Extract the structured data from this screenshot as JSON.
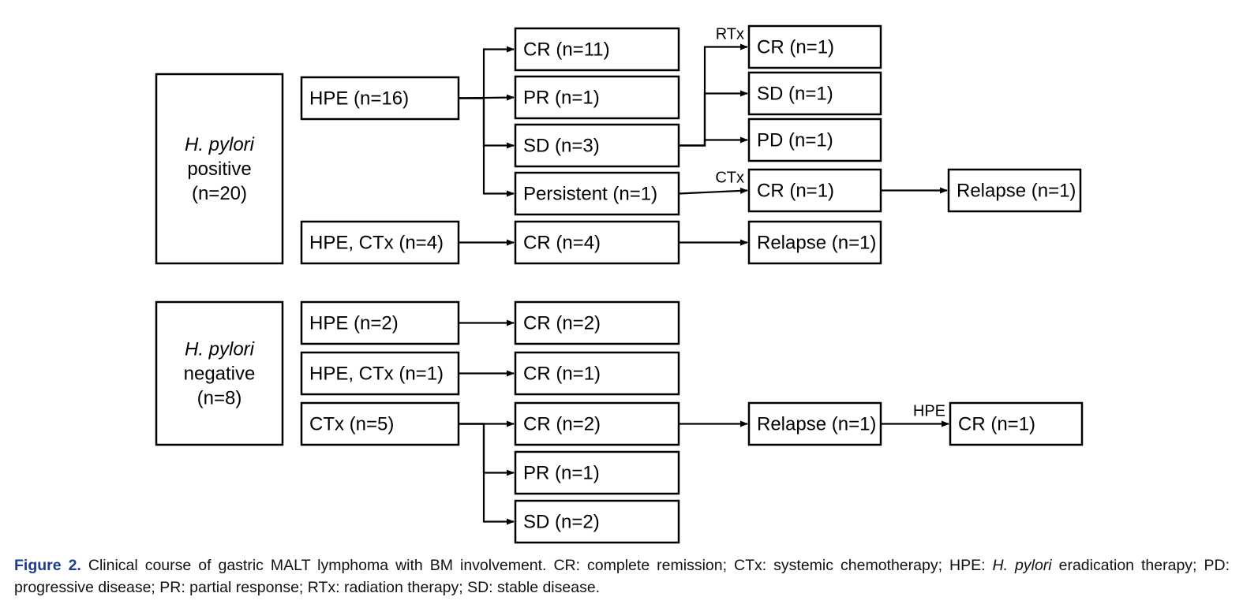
{
  "groups": [
    {
      "id": "g-pos",
      "species": "H. pylori",
      "status": "positive",
      "count": "(n=20)"
    },
    {
      "id": "g-neg",
      "species": "H. pylori",
      "status": "negative",
      "count": "(n=8)"
    }
  ],
  "nodes": [
    {
      "id": "hpe16",
      "label": "HPE (n=16)"
    },
    {
      "id": "hpectx4",
      "label": "HPE, CTx (n=4)"
    },
    {
      "id": "cr11",
      "label": "CR (n=11)"
    },
    {
      "id": "pr1a",
      "label": "PR (n=1)"
    },
    {
      "id": "sd3",
      "label": "SD (n=3)"
    },
    {
      "id": "persist1",
      "label": "Persistent (n=1)"
    },
    {
      "id": "cr4",
      "label": "CR (n=4)"
    },
    {
      "id": "cr1a",
      "label": "CR (n=1)"
    },
    {
      "id": "sd1",
      "label": "SD (n=1)"
    },
    {
      "id": "pd1",
      "label": "PD (n=1)"
    },
    {
      "id": "cr1b",
      "label": "CR (n=1)"
    },
    {
      "id": "relapse1a",
      "label": "Relapse (n=1)"
    },
    {
      "id": "relapse1b",
      "label": "Relapse (n=1)"
    },
    {
      "id": "hpe2",
      "label": "HPE (n=2)"
    },
    {
      "id": "hpectx1",
      "label": "HPE, CTx (n=1)"
    },
    {
      "id": "ctx5",
      "label": "CTx (n=5)"
    },
    {
      "id": "cr2a",
      "label": "CR (n=2)"
    },
    {
      "id": "cr1c",
      "label": "CR (n=1)"
    },
    {
      "id": "cr2b",
      "label": "CR (n=2)"
    },
    {
      "id": "pr1b",
      "label": "PR (n=1)"
    },
    {
      "id": "sd2",
      "label": "SD (n=2)"
    },
    {
      "id": "relapse1c",
      "label": "Relapse (n=1)"
    },
    {
      "id": "cr1d",
      "label": "CR (n=1)"
    }
  ],
  "edges": [
    {
      "from": "hpe16",
      "to": "cr11"
    },
    {
      "from": "hpe16",
      "to": "pr1a"
    },
    {
      "from": "hpe16",
      "to": "sd3"
    },
    {
      "from": "hpe16",
      "to": "persist1"
    },
    {
      "from": "sd3",
      "to": "cr1a",
      "label": "RTx"
    },
    {
      "from": "sd3",
      "to": "sd1"
    },
    {
      "from": "sd3",
      "to": "pd1"
    },
    {
      "from": "persist1",
      "to": "cr1b",
      "label": "CTx"
    },
    {
      "from": "cr1b",
      "to": "relapse1a"
    },
    {
      "from": "hpectx4",
      "to": "cr4"
    },
    {
      "from": "cr4",
      "to": "relapse1b"
    },
    {
      "from": "hpe2",
      "to": "cr2a"
    },
    {
      "from": "hpectx1",
      "to": "cr1c"
    },
    {
      "from": "ctx5",
      "to": "cr2b"
    },
    {
      "from": "ctx5",
      "to": "pr1b"
    },
    {
      "from": "ctx5",
      "to": "sd2"
    },
    {
      "from": "cr2b",
      "to": "relapse1c"
    },
    {
      "from": "relapse1c",
      "to": "cr1d",
      "label": "HPE"
    }
  ],
  "caption": {
    "figure_label": "Figure 2.",
    "text_before_italic": "Clinical course of gastric MALT lymphoma with BM involvement. CR: complete remission; CTx: systemic chemotherapy; HPE:",
    "italic": "H. pylori",
    "text_after_italic": "eradication therapy; PD: progressive disease; PR: partial response; RTx: radiation therapy; SD: stable disease."
  }
}
